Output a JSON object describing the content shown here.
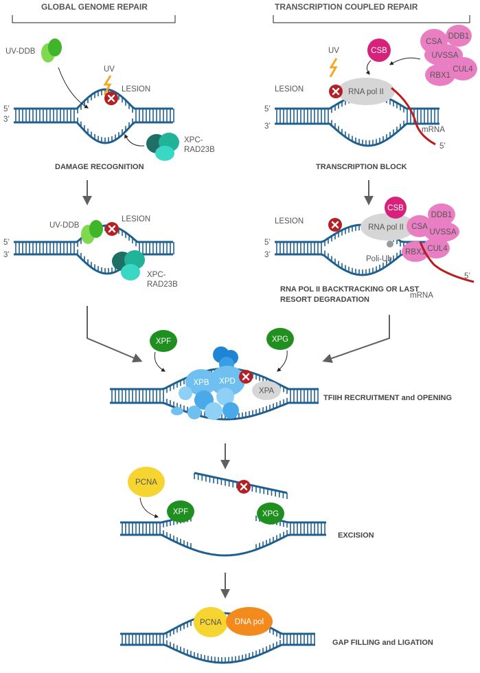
{
  "headers": {
    "global": "GLOBAL GENOME REPAIR",
    "transcription": "TRANSCRIPTION COUPLED REPAIR"
  },
  "steps": {
    "damage_recognition": "DAMAGE RECOGNITION",
    "transcription_block": "TRANSCRIPTION BLOCK",
    "backtracking_line1": "RNA POL II BACKTRACKING OR LAST",
    "backtracking_line2": "RESORT DEGRADATION",
    "tfiih": "TFIIH RECRUITMENT and OPENING",
    "excision": "EXCISION",
    "gap_filling": "GAP FILLING and LIGATION"
  },
  "labels": {
    "uv": "UV",
    "lesion": "LESION",
    "strand5": "5’",
    "strand3": "3’",
    "mrna": "mRNA",
    "poli_ub": "Poli-Ub"
  },
  "proteins": {
    "uv_ddb": "UV-DDB",
    "xpc_line1": "XPC-",
    "xpc_line2": "RAD23B",
    "csb": "CSB",
    "csa": "CSA",
    "ddb1": "DDB1",
    "uvssa": "UVSSA",
    "cul4": "CUL4",
    "rbx1": "RBX1",
    "rna_pol_ii": "RNA pol II",
    "xpf": "XPF",
    "xpg": "XPG",
    "xpb": "XPB",
    "xpd": "XPD",
    "xpa": "XPA",
    "pcna": "PCNA",
    "dna_pol": "DNA pol"
  },
  "colors": {
    "dna": "#1f5f8f",
    "uv_bolt": "#f5a623",
    "lesion": "#b52025",
    "light_green": "#5fcf3a",
    "dark_green": "#1f8f1f",
    "teal_dark": "#1f6f66",
    "teal": "#20b39a",
    "teal_light": "#39d7c4",
    "magenta": "#d6227a",
    "pink": "#e97fc2",
    "grey": "#d6d6d6",
    "tfiih_blue": "#6fbff0",
    "tfiih_dark": "#1e84d4",
    "pcna_yellow": "#f7d531",
    "dna_pol_orange": "#f28a1e",
    "mrna": "#b81c1c",
    "arrow": "#5f5f5f"
  }
}
